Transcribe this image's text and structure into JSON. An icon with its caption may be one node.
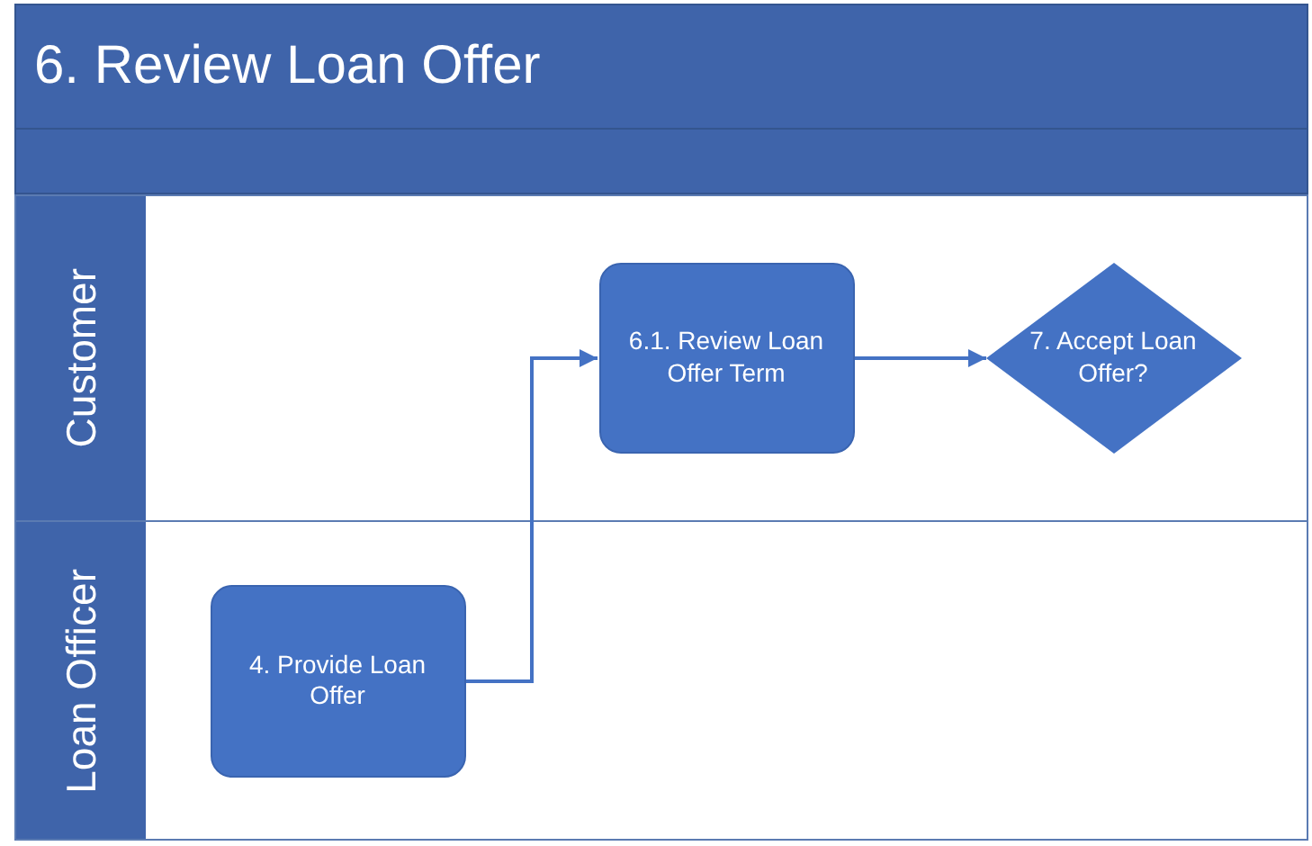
{
  "diagram": {
    "title": "6. Review Loan Offer",
    "nodes": [
      {
        "text": [
          "Customer"
        ]
      },
      {
        "text": [
          "Loan Officer"
        ]
      },
      {
        "text": [
          "6.1. Review Loan Offer Term"
        ],
        "in": 0
      },
      {
        "text": [
          "7. Accept Loan Offer?"
        ],
        "in": 0
      },
      {
        "text": [
          "4. Provide Loan Offer"
        ],
        "in": 1
      }
    ],
    "edges": [
      {
        "from": 4,
        "to": 2,
        "arrow": "to"
      },
      {
        "from": 2,
        "to": 3,
        "arrow": "to"
      }
    ]
  }
}
